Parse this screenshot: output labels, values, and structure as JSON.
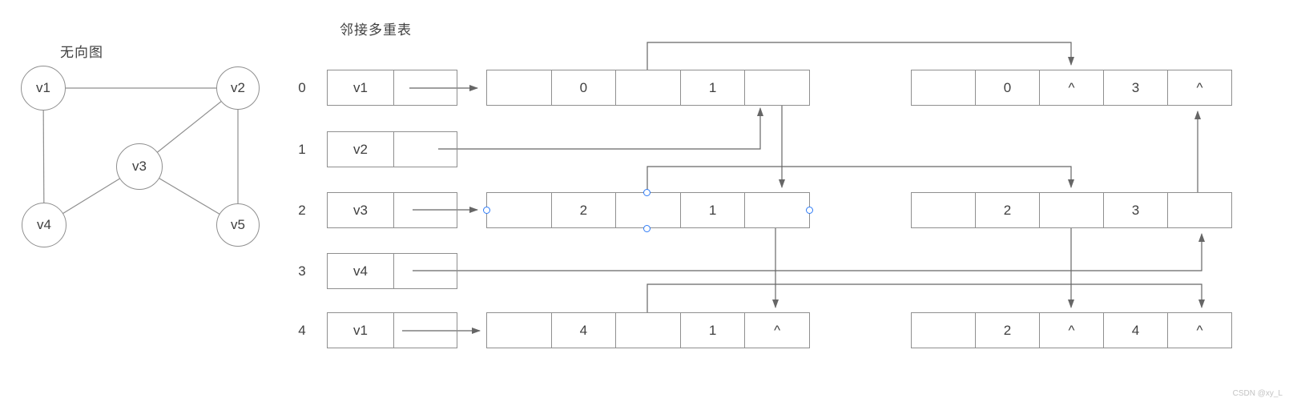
{
  "titles": {
    "graph": "无向图",
    "multilist": "邻接多重表"
  },
  "watermark": "CSDN @xy_L",
  "graph": {
    "vertices": [
      {
        "label": "v1"
      },
      {
        "label": "v2"
      },
      {
        "label": "v3"
      },
      {
        "label": "v4"
      },
      {
        "label": "v5"
      }
    ],
    "edges": [
      [
        "v1",
        "v2"
      ],
      [
        "v1",
        "v4"
      ],
      [
        "v2",
        "v3"
      ],
      [
        "v2",
        "v5"
      ],
      [
        "v3",
        "v4"
      ],
      [
        "v3",
        "v5"
      ]
    ]
  },
  "vertex_table": {
    "rows": [
      {
        "index": "0",
        "label": "v1"
      },
      {
        "index": "1",
        "label": "v2"
      },
      {
        "index": "2",
        "label": "v3"
      },
      {
        "index": "3",
        "label": "v4"
      },
      {
        "index": "4",
        "label": "v1"
      }
    ]
  },
  "edge_nodes": [
    {
      "name": "edge-v1-v2",
      "cells": [
        "",
        "0",
        "",
        "1",
        ""
      ]
    },
    {
      "name": "edge-v1-v4",
      "cells": [
        "",
        "0",
        "^",
        "3",
        "^"
      ]
    },
    {
      "name": "edge-v3-v2",
      "cells": [
        "",
        "2",
        "",
        "1",
        ""
      ]
    },
    {
      "name": "edge-v3-v4",
      "cells": [
        "",
        "2",
        "",
        "3",
        ""
      ]
    },
    {
      "name": "edge-v5-v2",
      "cells": [
        "",
        "4",
        "",
        "1",
        "^"
      ]
    },
    {
      "name": "edge-v3-v5",
      "cells": [
        "",
        "2",
        "^",
        "4",
        "^"
      ]
    }
  ],
  "links": [
    {
      "from": "head-v1",
      "to": "edge-v1-v2"
    },
    {
      "from": "edge-v1-v2.ilink",
      "to": "edge-v1-v4"
    },
    {
      "from": "head-v2",
      "to": "edge-v1-v2"
    },
    {
      "from": "edge-v1-v2.jlink",
      "to": "edge-v3-v2"
    },
    {
      "from": "head-v3",
      "to": "edge-v3-v2"
    },
    {
      "from": "edge-v3-v2.ilink",
      "to": "edge-v3-v4"
    },
    {
      "from": "edge-v3-v2.jlink",
      "to": "edge-v5-v2"
    },
    {
      "from": "head-v4",
      "to": "edge-v3-v4"
    },
    {
      "from": "edge-v3-v4.jlink",
      "to": "edge-v1-v4"
    },
    {
      "from": "edge-v3-v4.ilink",
      "to": "edge-v3-v5"
    },
    {
      "from": "head-v5",
      "to": "edge-v5-v2"
    },
    {
      "from": "edge-v5-v2.ilink",
      "to": "edge-v3-v5"
    }
  ],
  "selected_node": "edge-v3-v2",
  "colors": {
    "connector": "#666666",
    "box_border": "#8f8f8f",
    "text": "#3f3f3f",
    "selection_handle": "#2e7bf6",
    "watermark": "#c3c3c3"
  }
}
